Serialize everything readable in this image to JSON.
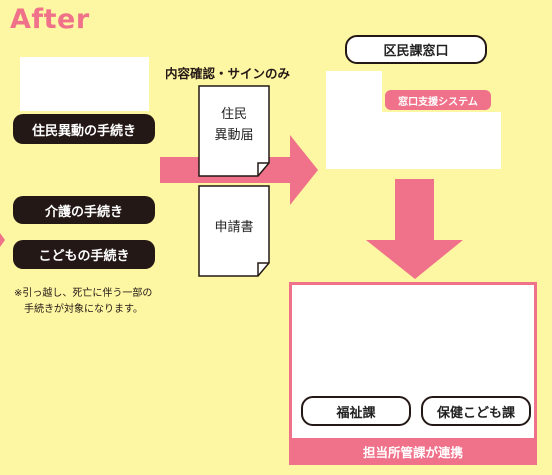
{
  "title": "After",
  "note_top": "内容確認・サインのみ",
  "procedures": {
    "residence": "住民異動の手続き",
    "care": "介護の手続き",
    "children": "こどもの手続き"
  },
  "footnote": {
    "line1": "※引っ越し、死亡に伴う一部の",
    "line2": "手続きが対象になります。"
  },
  "documents": {
    "doc1": {
      "line1": "住民",
      "line2": "異動届"
    },
    "doc2": {
      "line1": "申請書"
    }
  },
  "counter": {
    "label": "区民課窓口",
    "system_tag": "窓口支援システム"
  },
  "departments": {
    "welfare": "福祉課",
    "health": "保健こども課",
    "band": "担当所管課が連携"
  },
  "colors": {
    "background": "#fdf6a3",
    "accent_pink": "#f0718a",
    "dark": "#231815"
  }
}
